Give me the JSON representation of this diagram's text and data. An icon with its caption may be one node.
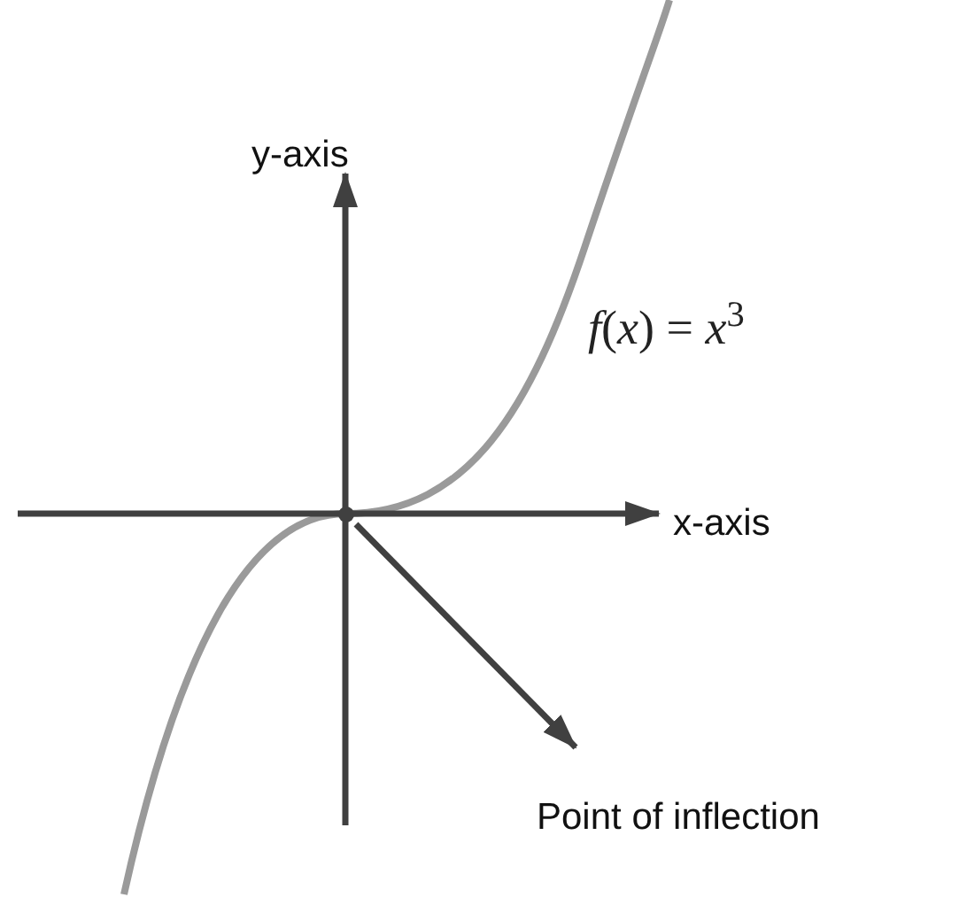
{
  "diagram": {
    "nodes": [
      {
        "text": [],
        "shape": "point"
      },
      {
        "text": [
          "Point of inflection"
        ]
      }
    ],
    "edges": [
      {
        "from": 0,
        "to": 1,
        "arrow": "to"
      }
    ],
    "labels": [
      "y-axis",
      "*f*(*x*) = *x*$^{3}$",
      "x-axis"
    ]
  }
}
